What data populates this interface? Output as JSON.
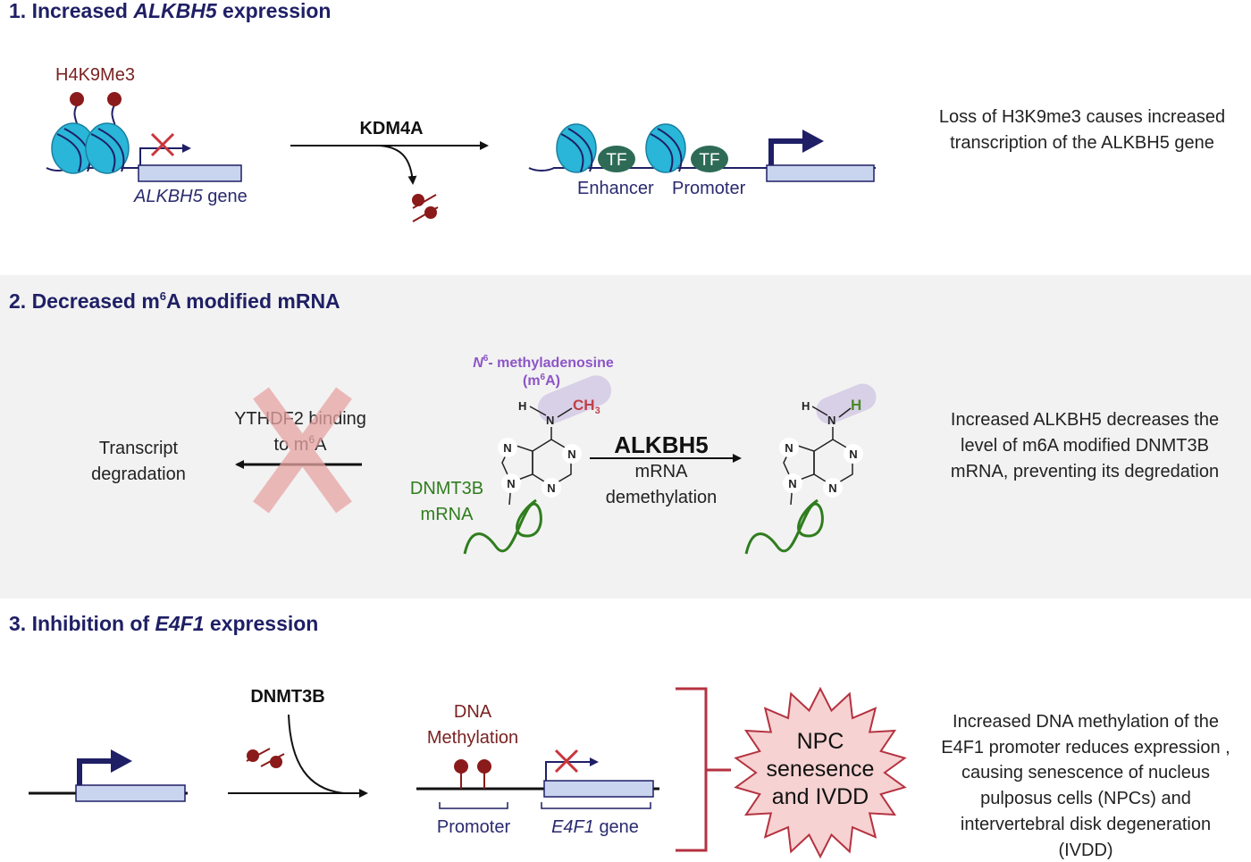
{
  "colors": {
    "heading": "#1f1f66",
    "nucleosome": "#29b6d8",
    "methyl_mark": "#8b1a1a",
    "tf": "#2e6b57",
    "gene_box": "#c9d4ee",
    "red_x": "#c8363c",
    "section_bg": "#f2f2f2",
    "rna": "#2f7d1e",
    "m6a_label": "#8c55c6",
    "starburst": "#f6d2d2",
    "bracket": "#b53240"
  },
  "sec1": {
    "number": "1. Increased",
    "gene": "ALKBH5",
    "tail": "expression",
    "mark_label": "H4K9Me3",
    "gene_italic": "ALKBH5",
    "gene_suffix": "gene",
    "enzyme": "KDM4A",
    "tf1": "TF",
    "tf2": "TF",
    "enhancer": "Enhancer",
    "promoter": "Promoter",
    "desc": [
      "Loss of H3K9me3 causes increased",
      "transcription of the ALKBH5 gene"
    ]
  },
  "sec2": {
    "title_a": "2. Decreased m",
    "title_sup": "6",
    "title_b": "A modified mRNA",
    "degradation": [
      "Transcript",
      "degradation"
    ],
    "binding_a": "YTHDF2 binding",
    "binding_b": "to m",
    "binding_sup": "6",
    "binding_c": "A",
    "m6a_n": "N",
    "m6a_sup": "6",
    "m6a_rest": "- methyladenosine",
    "m6a_abbr_a": "(m",
    "m6a_abbr_sup": "6",
    "m6a_abbr_b": "A)",
    "h_left": "H",
    "n_left": "N",
    "ch3_a": "CH",
    "ch3_sub": "3",
    "ring_n": "N",
    "mrna_label": [
      "DNMT3B",
      "mRNA"
    ],
    "enzyme": "ALKBH5",
    "process": [
      "mRNA",
      "demethylation"
    ],
    "h_right1": "H",
    "n_right": "N",
    "h_right2": "H",
    "desc": [
      "Increased ALKBH5 decreases the",
      "level of m6A modified DNMT3B",
      "mRNA, preventing its degredation"
    ]
  },
  "sec3": {
    "number": "3. Inhibition of",
    "gene": "E4F1",
    "tail": "expression",
    "enzyme": "DNMT3B",
    "dna_meth": [
      "DNA",
      "Methylation"
    ],
    "promoter": "Promoter",
    "gene_italic": "E4F1",
    "gene_suffix": "gene",
    "outcome": [
      "NPC",
      "senesence",
      "and IVDD"
    ],
    "desc": [
      "Increased DNA methylation of the",
      "E4F1 promoter reduces expression ,",
      "causing senescence of nucleus",
      "pulposus cells (NPCs) and",
      "intervertebral disk degeneration",
      "(IVDD)"
    ]
  }
}
